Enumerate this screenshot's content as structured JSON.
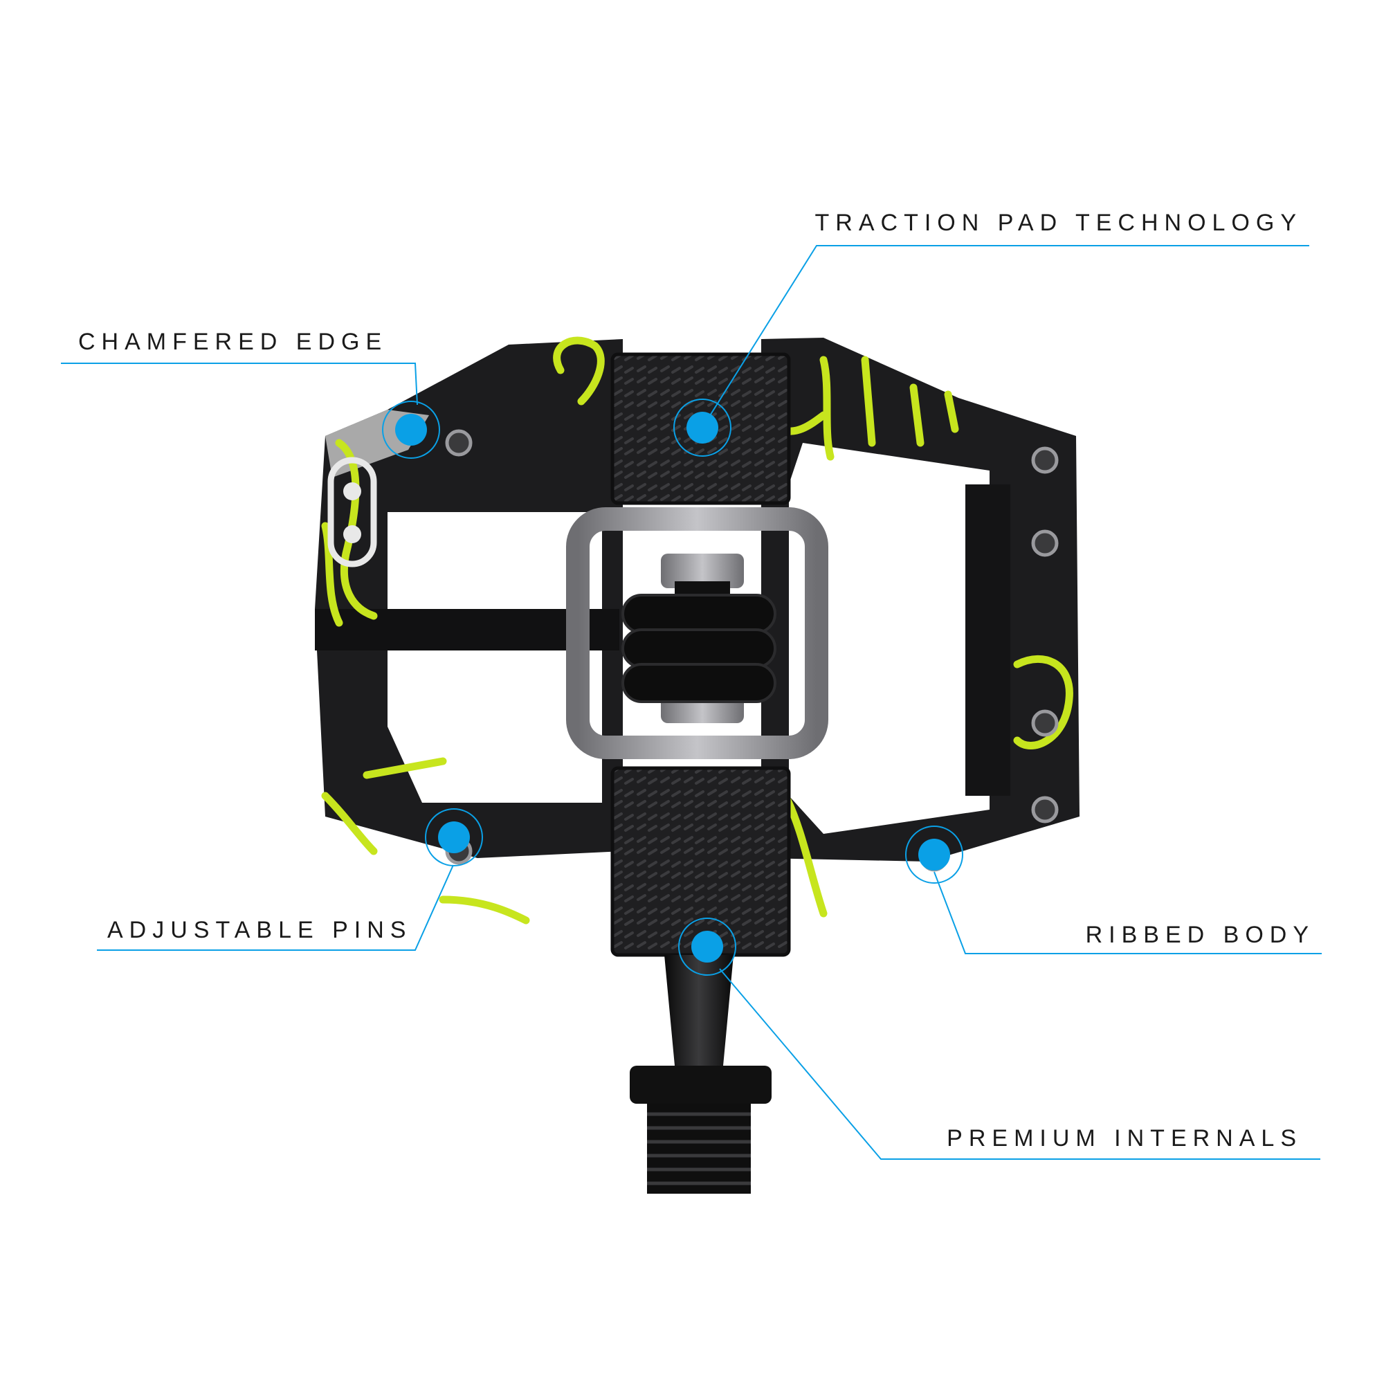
{
  "colors": {
    "accent": "#0aa0e6",
    "pedal_body": "#1c1c1e",
    "splash": "#c7e51e",
    "metal": "#9a9a9e",
    "label_text": "#1a1a1a"
  },
  "callouts": [
    {
      "id": "traction-pad-technology",
      "label": "TRACTION PAD TECHNOLOGY"
    },
    {
      "id": "chamfered-edge",
      "label": "CHAMFERED EDGE"
    },
    {
      "id": "adjustable-pins",
      "label": "ADJUSTABLE PINS"
    },
    {
      "id": "ribbed-body",
      "label": "RIBBED BODY"
    },
    {
      "id": "premium-internals",
      "label": "PREMIUM INTERNALS"
    }
  ]
}
